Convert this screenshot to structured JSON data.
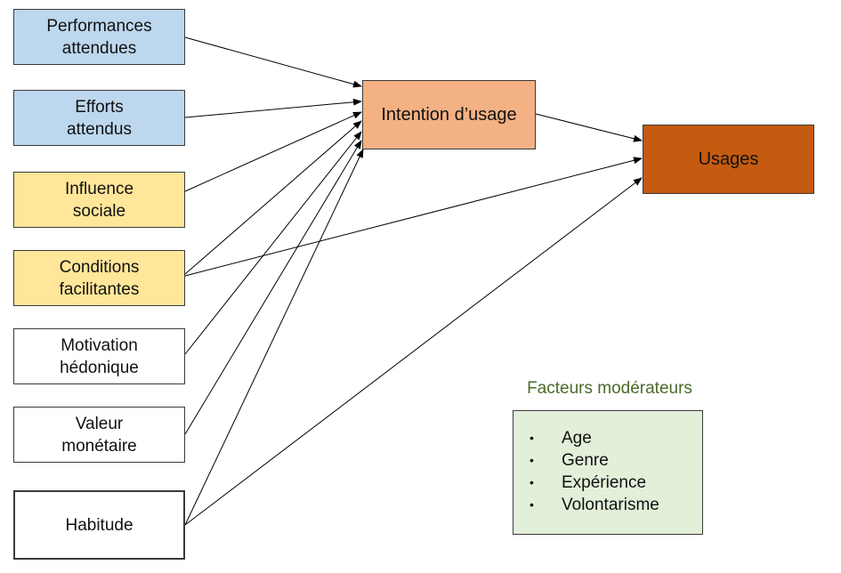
{
  "factors": [
    {
      "label": "Performances\nattendues",
      "fill": "#bdd7ee"
    },
    {
      "label": "Efforts\nattendus",
      "fill": "#bdd7ee"
    },
    {
      "label": "Influence\nsociale",
      "fill": "#ffe699"
    },
    {
      "label": "Conditions\nfacilitantes",
      "fill": "#ffe699"
    },
    {
      "label": "Motivation\nhédonique",
      "fill": "#ffffff"
    },
    {
      "label": "Valeur\nmonétaire",
      "fill": "#ffffff"
    },
    {
      "label": "Habitude",
      "fill": "#ffffff"
    }
  ],
  "intention": {
    "label": "Intention d’usage",
    "fill": "#f4b183"
  },
  "usages": {
    "label": "Usages",
    "fill": "#c55a11"
  },
  "moderators": {
    "title": "Facteurs modérateurs",
    "fill": "#e2efd9",
    "items": [
      "Age",
      "Genre",
      "Expérience",
      "Volontarisme"
    ]
  },
  "arrow_color": "#000000"
}
